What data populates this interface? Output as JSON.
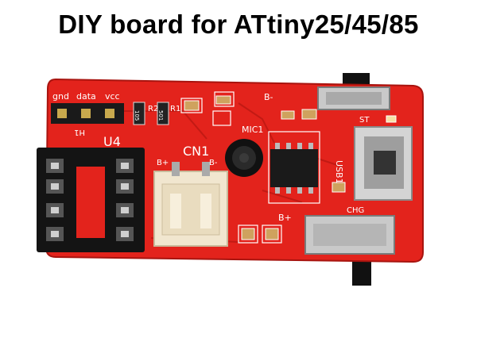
{
  "title": "DIY board for ATtiny25/45/85",
  "silkscreen": {
    "header_pins": [
      "gnd",
      "data",
      "vcc"
    ],
    "header_ref": "H1",
    "socket_ref": "U4",
    "connector_ref": "CN1",
    "connector_plus": "B+",
    "connector_minus": "B-",
    "mic_ref": "MIC1",
    "resistor_r2": "R2",
    "resistor_r1": "R1",
    "resistor_code_1": "105",
    "resistor_code_2": "501",
    "top_b_minus": "B-",
    "bottom_b_plus": "B+",
    "usb_ref": "USB1",
    "chg_label": "CHG",
    "st_label": "ST"
  },
  "colors": {
    "pcb": "#e3231c",
    "pcb_dark": "#b81812",
    "socket": "#141414",
    "connector": "#f1e6cf",
    "metal": "#c9c9c9"
  }
}
